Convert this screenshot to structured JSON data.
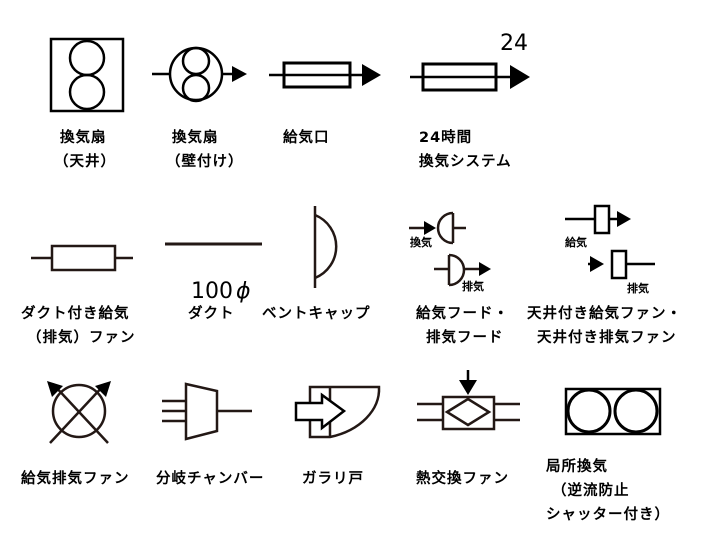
{
  "symbols": [
    {
      "id": "ceiling-fan",
      "label_line1": "換気扇",
      "label_line2": "（天井）"
    },
    {
      "id": "wall-fan",
      "label_line1": "換気扇",
      "label_line2": "（壁付け）"
    },
    {
      "id": "supply-inlet",
      "label_line1": "給気口"
    },
    {
      "id": "system-24h",
      "label_line1": "24時間",
      "label_line2": "換気システム",
      "annotation": "24"
    },
    {
      "id": "duct-fan",
      "label_line1": "ダクト付き給気",
      "label_line2": "（排気）ファン"
    },
    {
      "id": "duct",
      "label_line1": "ダクト",
      "annotation": "100",
      "annotation_symbol": "ϕ"
    },
    {
      "id": "vent-cap",
      "label_line1": "ベントキャップ"
    },
    {
      "id": "hood",
      "label_line1": "給気フード・",
      "label_line2": "排気フード",
      "sub_label_a": "換気",
      "sub_label_b": "排気"
    },
    {
      "id": "ceiling-duct-fan",
      "label_line1": "天井付き給気ファン・",
      "label_line2": "天井付き排気ファン",
      "sub_label_a": "給気",
      "sub_label_b": "排気"
    },
    {
      "id": "supply-exhaust-fan",
      "label_line1": "給気排気ファン"
    },
    {
      "id": "branch-chamber",
      "label_line1": "分岐チャンバー"
    },
    {
      "id": "louver-door",
      "label_line1": "ガラリ戸"
    },
    {
      "id": "heat-exchange-fan",
      "label_line1": "熱交換ファン"
    },
    {
      "id": "local-vent",
      "label_line1": "局所換気",
      "label_line2": "（逆流防止",
      "label_line3": "シャッター付き）"
    }
  ],
  "colors": {
    "stroke": "#000000",
    "stroke_brown": "#231815",
    "background": "#ffffff"
  }
}
